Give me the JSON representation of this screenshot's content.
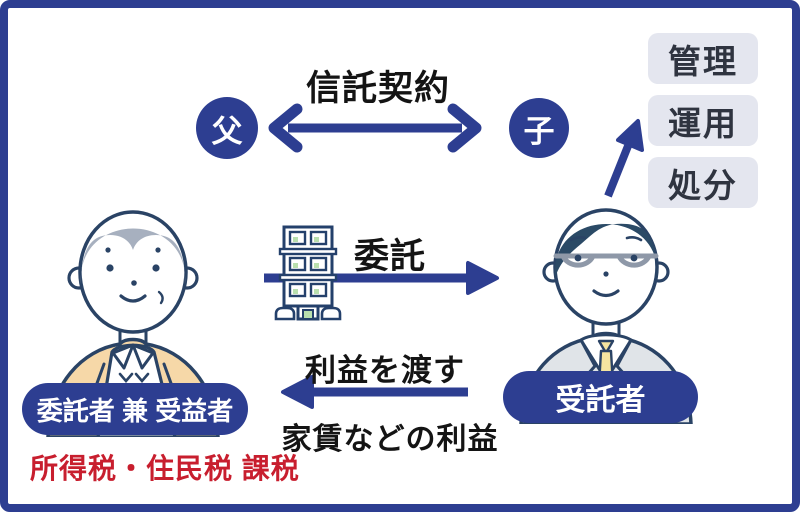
{
  "palette": {
    "frame_blue": "#2d3e91",
    "arrow_blue": "#2d3e91",
    "duty_box_bg": "#e4e6ef",
    "duty_text": "#2f3440",
    "heading_text": "#141414",
    "tax_red": "#c81e2e",
    "pill_bg": "#2d3e91",
    "pill_text": "#ffffff",
    "outline_navy": "#2a4365",
    "elder_hair_gray": "#a7b0bf",
    "cardigan_peach": "#f6d8a8",
    "suit_gray": "#e0e4e8",
    "tie_yellow": "#f5e5a0",
    "trustee_hair_navy": "#2b4a66",
    "window_green": "#b9dfae"
  },
  "top": {
    "contract_label": "信託契約",
    "father_badge": "父",
    "child_badge": "子"
  },
  "duties": [
    {
      "label": "管理"
    },
    {
      "label": "運用"
    },
    {
      "label": "処分"
    }
  ],
  "flows": {
    "entrust_label": "委託",
    "profit_label": "利益を渡す",
    "profit_sublabel": "家賃などの利益"
  },
  "roles": {
    "settlor_label": "委託者 兼 受益者",
    "trustee_label": "受託者"
  },
  "tax_note": "所得税・住民税 課税",
  "icons": {
    "building": "apartment-building-icon",
    "settlor": "elderly-man-illustration",
    "trustee": "businessman-glasses-illustration",
    "trust_arrow": "double-headed-arrow",
    "entrust_arrow": "right-arrow",
    "profit_arrow": "left-arrow",
    "duty_arrow": "up-diagonal-arrow"
  }
}
